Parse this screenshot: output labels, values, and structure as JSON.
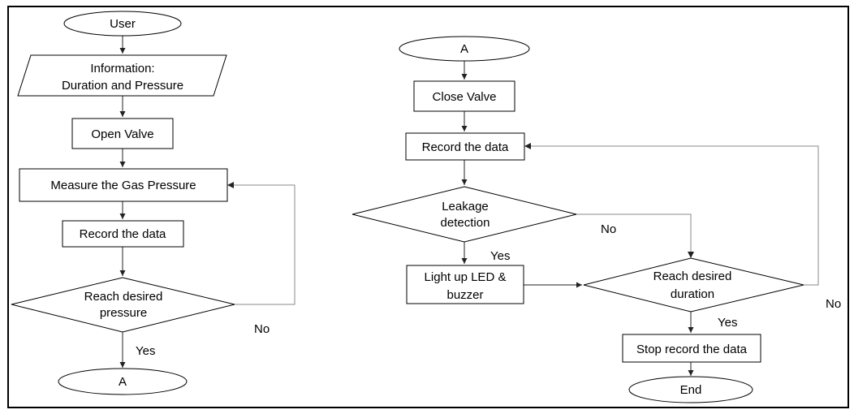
{
  "left_flow": {
    "start": "User",
    "input_line1": "Information:",
    "input_line2": "Duration and Pressure",
    "open_valve": "Open Valve",
    "measure": "Measure the Gas Pressure",
    "record": "Record the data",
    "decision_line1": "Reach desired",
    "decision_line2": "pressure",
    "yes": "Yes",
    "no": "No",
    "connector": "A"
  },
  "right_flow": {
    "connector": "A",
    "close_valve": "Close Valve",
    "record": "Record the data",
    "leak_line1": "Leakage",
    "leak_line2": "detection",
    "leak_yes": "Yes",
    "leak_no": "No",
    "led_line1": "Light up LED &",
    "led_line2": "buzzer",
    "duration_line1": "Reach desired",
    "duration_line2": "duration",
    "duration_yes": "Yes",
    "duration_no": "No",
    "stop": "Stop record the data",
    "end": "End"
  }
}
